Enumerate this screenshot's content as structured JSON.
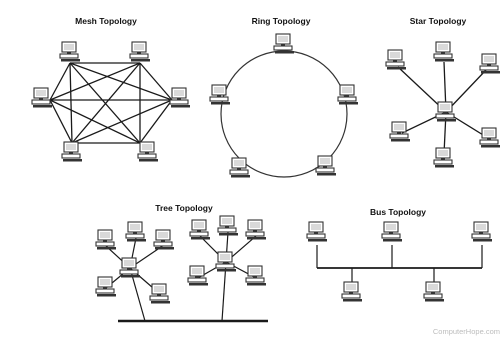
{
  "titles": {
    "mesh": "Mesh Topology",
    "ring": "Ring Topology",
    "star": "Star Topology",
    "tree": "Tree Topology",
    "bus": "Bus Topology"
  },
  "watermark": "ComputerHope.com",
  "colors": {
    "background": "#ffffff",
    "line": "#1a1a1a",
    "computer_fill": "#ffffff",
    "computer_stroke": "#333333",
    "screen_fill": "#d9d9d9"
  },
  "icon": "desktop-computer-icon"
}
